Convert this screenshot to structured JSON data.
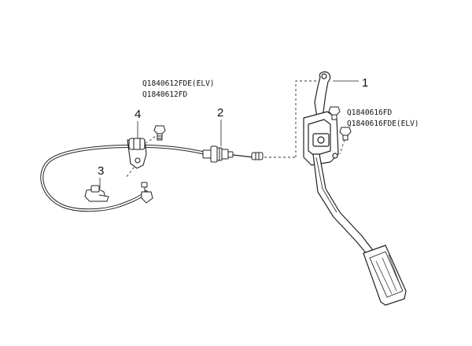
{
  "callouts": {
    "c1": "1",
    "c2": "2",
    "c3": "3",
    "c4": "4"
  },
  "part_numbers": {
    "bolt_bracket_elv": "Q1840612FDE(ELV)",
    "bolt_bracket": "Q1840612FD",
    "bolt_pedal": "Q1840616FD",
    "bolt_pedal_elv": "Q1840616FDE(ELV)"
  },
  "colors": {
    "line": "#222222",
    "fill": "#ffffff",
    "dash": "#333333"
  }
}
